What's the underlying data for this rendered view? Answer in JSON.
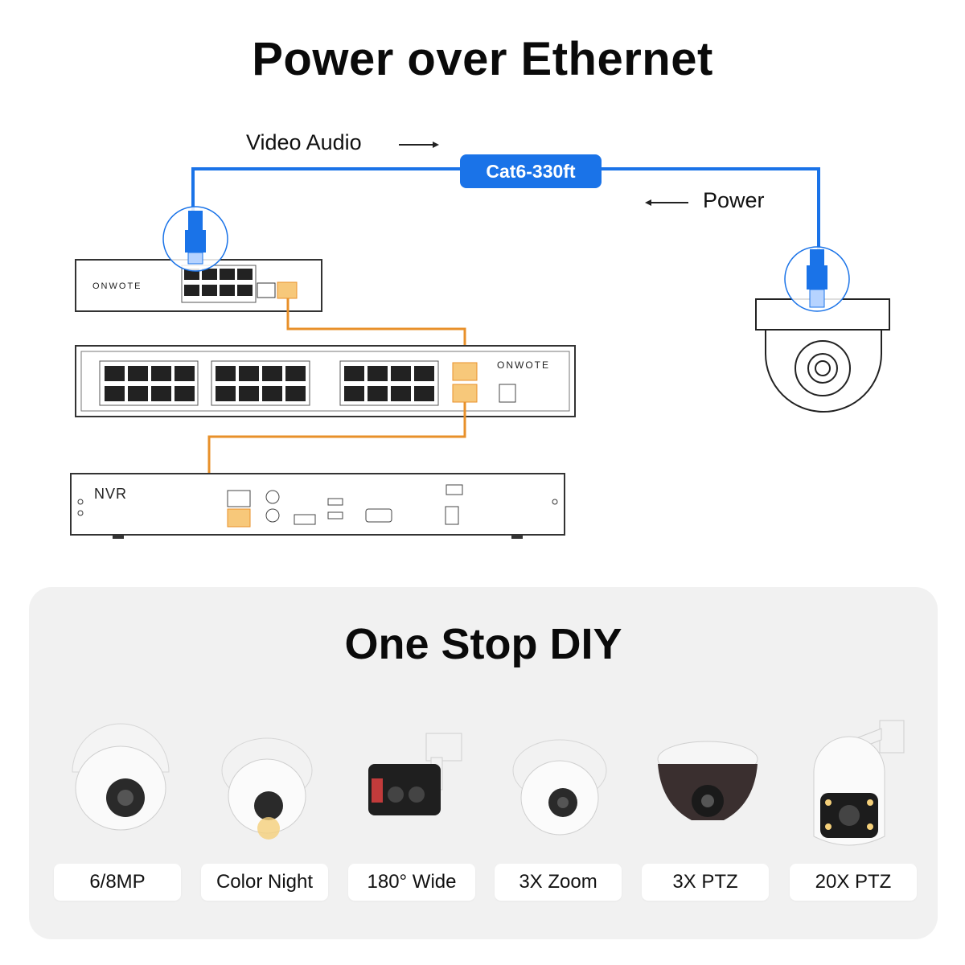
{
  "title": "Power over Ethernet",
  "diagram": {
    "video_audio_label": "Video Audio",
    "power_label": "Power",
    "cable_label": "Cat6-330ft",
    "switch_small_brand": "ONWOTE",
    "switch_large_brand": "ONWOTE",
    "nvr_label": "NVR",
    "colors": {
      "cable_blue": "#1a73e8",
      "link_orange": "#e8902a",
      "highlight_orange": "#f7c87a",
      "device_outline": "#333333"
    }
  },
  "one_stop": {
    "title": "One Stop DIY",
    "cameras": [
      {
        "label": "6/8MP",
        "icon": "dome-camera-icon"
      },
      {
        "label": "Color Night",
        "icon": "turret-color-camera-icon"
      },
      {
        "label": "180° Wide",
        "icon": "bullet-wide-camera-icon"
      },
      {
        "label": "3X Zoom",
        "icon": "turret-zoom-camera-icon"
      },
      {
        "label": "3X PTZ",
        "icon": "ptz-dome-camera-icon"
      },
      {
        "label": "20X PTZ",
        "icon": "ptz-speed-dome-icon"
      }
    ]
  }
}
